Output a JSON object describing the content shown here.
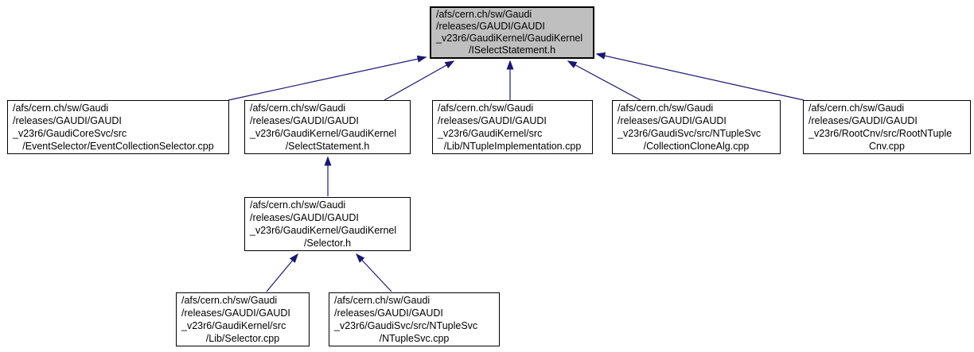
{
  "diagram": {
    "type": "include-dependency-graph",
    "colors": {
      "edge": "#191970",
      "node_border": "#000000",
      "node_fill": "#ffffff",
      "highlight_fill": "#bfbfbf",
      "text": "#000000",
      "background": "#ffffff"
    },
    "nodes": [
      {
        "id": "ISelectStatement.h",
        "highlighted": true,
        "lines": [
          "/afs/cern.ch/sw/Gaudi",
          "/releases/GAUDI/GAUDI",
          "_v23r6/GaudiKernel/GaudiKernel",
          "/ISelectStatement.h"
        ]
      },
      {
        "id": "EventCollectionSelector.cpp",
        "highlighted": false,
        "lines": [
          "/afs/cern.ch/sw/Gaudi",
          "/releases/GAUDI/GAUDI",
          "_v23r6/GaudiCoreSvc/src",
          "/EventSelector/EventCollectionSelector.cpp"
        ]
      },
      {
        "id": "SelectStatement.h",
        "highlighted": false,
        "lines": [
          "/afs/cern.ch/sw/Gaudi",
          "/releases/GAUDI/GAUDI",
          "_v23r6/GaudiKernel/GaudiKernel",
          "/SelectStatement.h"
        ]
      },
      {
        "id": "NTupleImplementation.cpp",
        "highlighted": false,
        "lines": [
          "/afs/cern.ch/sw/Gaudi",
          "/releases/GAUDI/GAUDI",
          "_v23r6/GaudiKernel/src",
          "/Lib/NTupleImplementation.cpp"
        ]
      },
      {
        "id": "CollectionCloneAlg.cpp",
        "highlighted": false,
        "lines": [
          "/afs/cern.ch/sw/Gaudi",
          "/releases/GAUDI/GAUDI",
          "_v23r6/GaudiSvc/src/NTupleSvc",
          "/CollectionCloneAlg.cpp"
        ]
      },
      {
        "id": "RootNTupleCnv.cpp",
        "highlighted": false,
        "lines": [
          "/afs/cern.ch/sw/Gaudi",
          "/releases/GAUDI/GAUDI",
          "_v23r6/RootCnv/src/RootNTuple",
          "Cnv.cpp"
        ]
      },
      {
        "id": "Selector.h",
        "highlighted": false,
        "lines": [
          "/afs/cern.ch/sw/Gaudi",
          "/releases/GAUDI/GAUDI",
          "_v23r6/GaudiKernel/GaudiKernel",
          "/Selector.h"
        ]
      },
      {
        "id": "Selector.cpp",
        "highlighted": false,
        "lines": [
          "/afs/cern.ch/sw/Gaudi",
          "/releases/GAUDI/GAUDI",
          "_v23r6/GaudiKernel/src",
          "/Lib/Selector.cpp"
        ]
      },
      {
        "id": "NTupleSvc.cpp",
        "highlighted": false,
        "lines": [
          "/afs/cern.ch/sw/Gaudi",
          "/releases/GAUDI/GAUDI",
          "_v23r6/GaudiSvc/src/NTupleSvc",
          "/NTupleSvc.cpp"
        ]
      }
    ],
    "edges": [
      {
        "from": "EventCollectionSelector.cpp",
        "to": "ISelectStatement.h"
      },
      {
        "from": "SelectStatement.h",
        "to": "ISelectStatement.h"
      },
      {
        "from": "NTupleImplementation.cpp",
        "to": "ISelectStatement.h"
      },
      {
        "from": "CollectionCloneAlg.cpp",
        "to": "ISelectStatement.h"
      },
      {
        "from": "RootNTupleCnv.cpp",
        "to": "ISelectStatement.h"
      },
      {
        "from": "Selector.h",
        "to": "SelectStatement.h"
      },
      {
        "from": "Selector.cpp",
        "to": "Selector.h"
      },
      {
        "from": "NTupleSvc.cpp",
        "to": "Selector.h"
      }
    ]
  }
}
